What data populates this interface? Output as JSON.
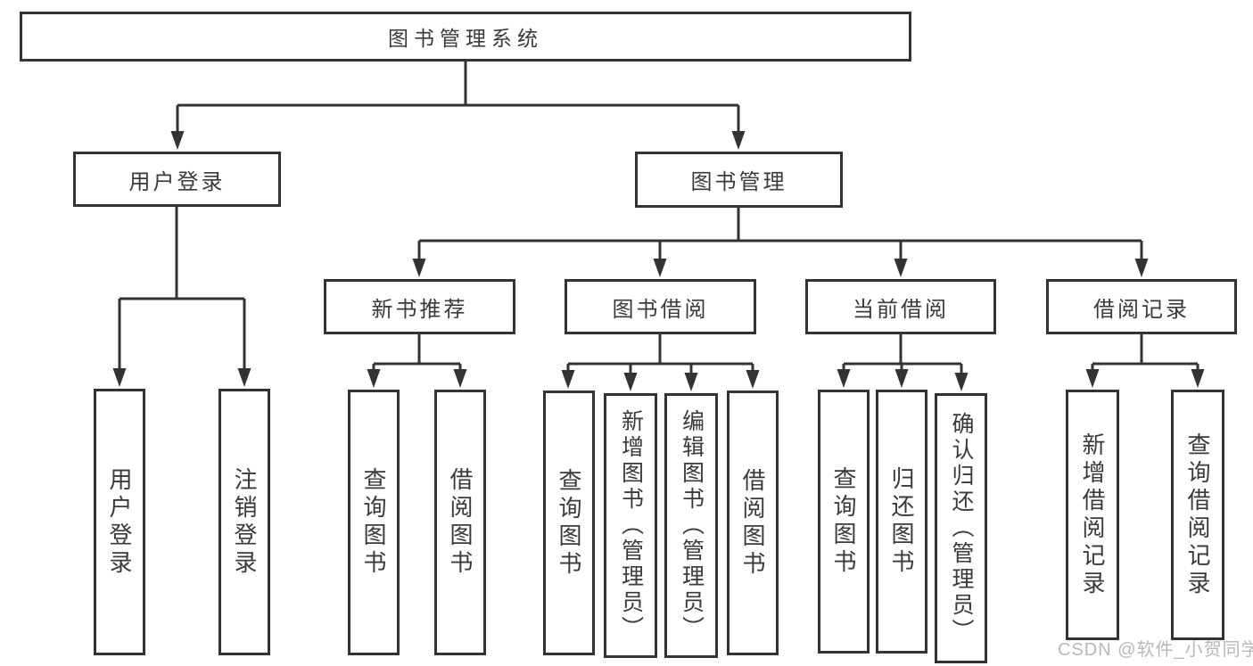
{
  "colors": {
    "line": "#333333",
    "box_border": "#333333",
    "box_background": "#ffffff",
    "text": "#3a3a3a",
    "watermark_text": "#a9a9a9"
  },
  "tree": {
    "label": "图书管理系统",
    "children": [
      {
        "label": "用户登录",
        "children": [
          {
            "label": "用户登录"
          },
          {
            "label": "注销登录"
          }
        ]
      },
      {
        "label": "图书管理",
        "children": [
          {
            "label": "新书推荐",
            "children": [
              {
                "label": "查询图书"
              },
              {
                "label": "借阅图书"
              }
            ]
          },
          {
            "label": "图书借阅",
            "children": [
              {
                "label": "查询图书"
              },
              {
                "label": "新增图书（管理员）"
              },
              {
                "label": "编辑图书（管理员）"
              },
              {
                "label": "借阅图书"
              }
            ]
          },
          {
            "label": "当前借阅",
            "children": [
              {
                "label": "查询图书"
              },
              {
                "label": "归还图书"
              },
              {
                "label": "确认归还（管理员）"
              }
            ]
          },
          {
            "label": "借阅记录",
            "children": [
              {
                "label": "新增借阅记录"
              },
              {
                "label": "查询借阅记录"
              }
            ]
          }
        ]
      }
    ]
  },
  "watermark": "CSDN @软件_小贺同学"
}
